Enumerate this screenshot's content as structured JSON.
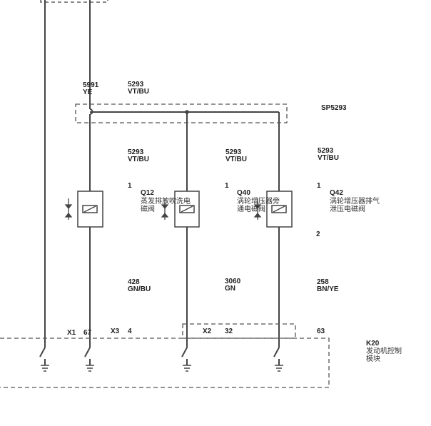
{
  "wire_labels": {
    "w5991": "5991\nYE",
    "w5293_top": "5293\nVT/BU",
    "w5293_a": "5293\nVT/BU",
    "w5293_b": "5293\nVT/BU",
    "w5293_c": "5293\nVT/BU",
    "w428": "428\nGN/BU",
    "w3060": "3060\nGN",
    "w258": "258\nBN/YE"
  },
  "splice": {
    "id": "SP5293"
  },
  "components": {
    "q12": {
      "id": "Q12",
      "name": "蒸发排放吹洗电\n磁阀",
      "pin_top": "1"
    },
    "q40": {
      "id": "Q40",
      "name": "涡轮增压器旁\n通电磁阀",
      "pin_top": "1"
    },
    "q42": {
      "id": "Q42",
      "name": "涡轮增压器排气\n泄压电磁阀",
      "pin_top": "1",
      "pin_bottom": "2"
    },
    "k20": {
      "id": "K20",
      "name": "发动机控制\n模块"
    }
  },
  "connectors": {
    "x1": {
      "id": "X1",
      "pin": "67"
    },
    "x3": {
      "id": "X3",
      "pin": "4"
    },
    "x2": {
      "id": "X2",
      "pin": "32"
    },
    "x_pin_63": "63"
  },
  "colors": {
    "line": "#444444",
    "dash": "#555555"
  }
}
